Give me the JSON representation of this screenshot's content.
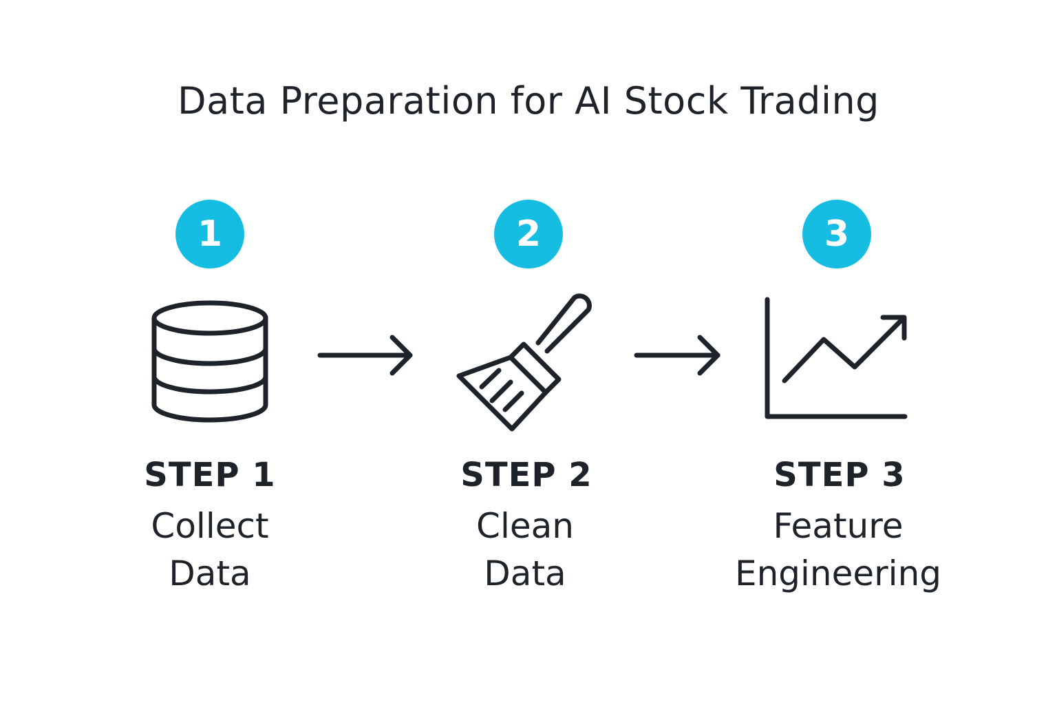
{
  "title": "Data Preparation for AI Stock Trading",
  "colors": {
    "accent": "#16bde3",
    "ink": "#1d2329",
    "background": "#ffffff"
  },
  "steps": [
    {
      "number": "1",
      "label": "STEP 1",
      "name_line1": "Collect",
      "name_line2": "Data",
      "icon": "database-icon"
    },
    {
      "number": "2",
      "label": "STEP 2",
      "name_line1": "Clean",
      "name_line2": "Data",
      "icon": "paintbrush-icon"
    },
    {
      "number": "3",
      "label": "STEP 3",
      "name_line1": "Feature",
      "name_line2": "Engineering",
      "icon": "trend-chart-icon"
    }
  ],
  "connectors": [
    "arrow-right-icon",
    "arrow-right-icon"
  ]
}
